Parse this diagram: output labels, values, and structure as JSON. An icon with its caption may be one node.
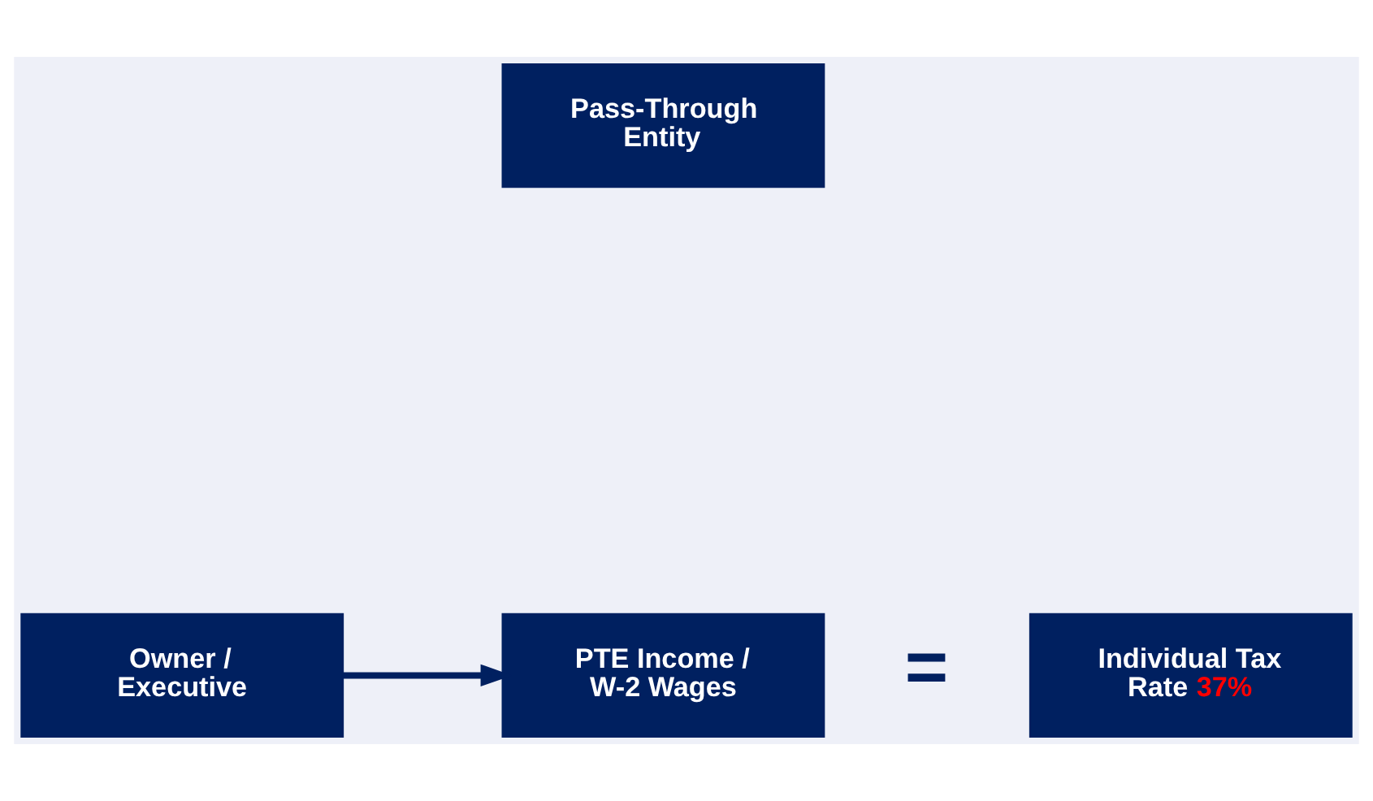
{
  "diagram": {
    "nodes": [
      {
        "text": [
          "Pass-Through Entity"
        ]
      },
      {
        "text": [
          "Owner / Executive"
        ]
      },
      {
        "text": [
          "PTE Income / W-2 Wages"
        ]
      },
      {
        "text": [
          "Individual Tax Rate 37%"
        ]
      }
    ],
    "edges": [
      {
        "from": 1,
        "to": 2,
        "arrow": "to"
      }
    ],
    "labels": [
      "="
    ]
  }
}
